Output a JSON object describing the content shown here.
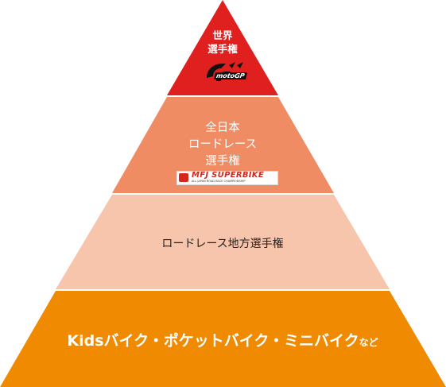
{
  "pyramid": {
    "tiers": [
      {
        "id": "world",
        "lines": [
          "世界",
          "選手権"
        ],
        "color": "#e01f1f"
      },
      {
        "id": "national",
        "lines": [
          "全日本",
          "ロードレース",
          "選手権"
        ],
        "color": "#ef8c64"
      },
      {
        "id": "regional",
        "label": "ロードレース地方選手権",
        "color": "#f7c4ac"
      },
      {
        "id": "kids",
        "label": "Kidsバイク・ポケットバイク・ミニバイク",
        "suffix": "など",
        "color": "#f08a00"
      }
    ],
    "logos": {
      "motogp": "motoGP",
      "mfj_title": "MFJ SUPERBIKE",
      "mfj_sub": "ALL JAPAN ROAD RACE CHAMPIONSHIP"
    }
  }
}
